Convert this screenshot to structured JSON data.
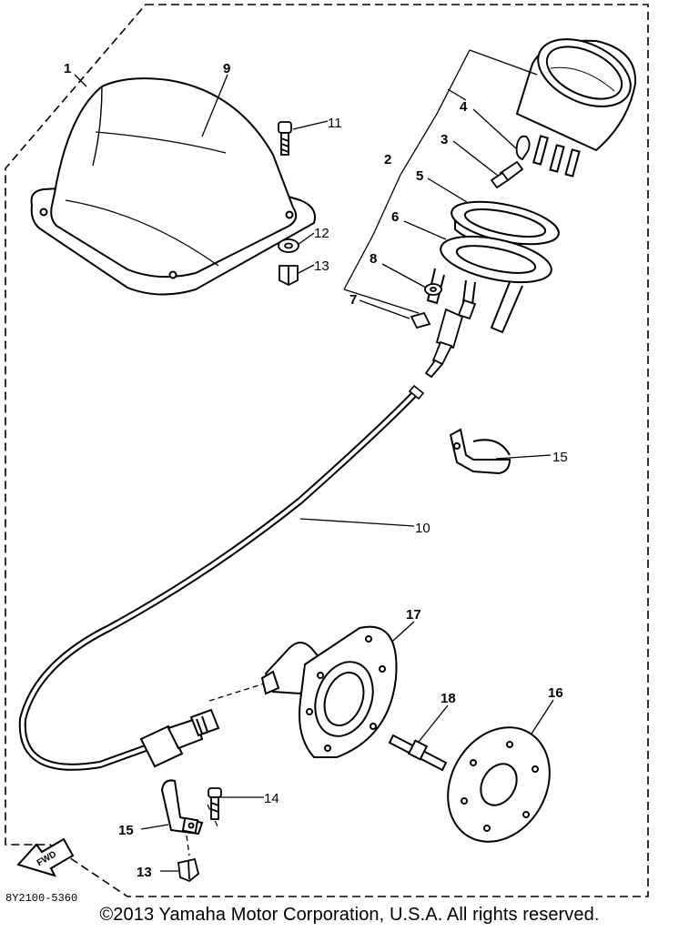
{
  "diagram_code": "8Y2100-5360",
  "copyright": "©2013 Yamaha Motor Corporation, U.S.A. All rights reserved.",
  "fwd_label": "FWD",
  "callouts": {
    "c1": "1",
    "c2": "2",
    "c3": "3",
    "c4": "4",
    "c5": "5",
    "c6": "6",
    "c7": "7",
    "c8": "8",
    "c9": "9",
    "c10": "10",
    "c11": "11",
    "c12": "12",
    "c13a": "13",
    "c13b": "13",
    "c14": "14",
    "c15a": "15",
    "c15b": "15",
    "c16": "16",
    "c17": "17",
    "c18": "18"
  }
}
